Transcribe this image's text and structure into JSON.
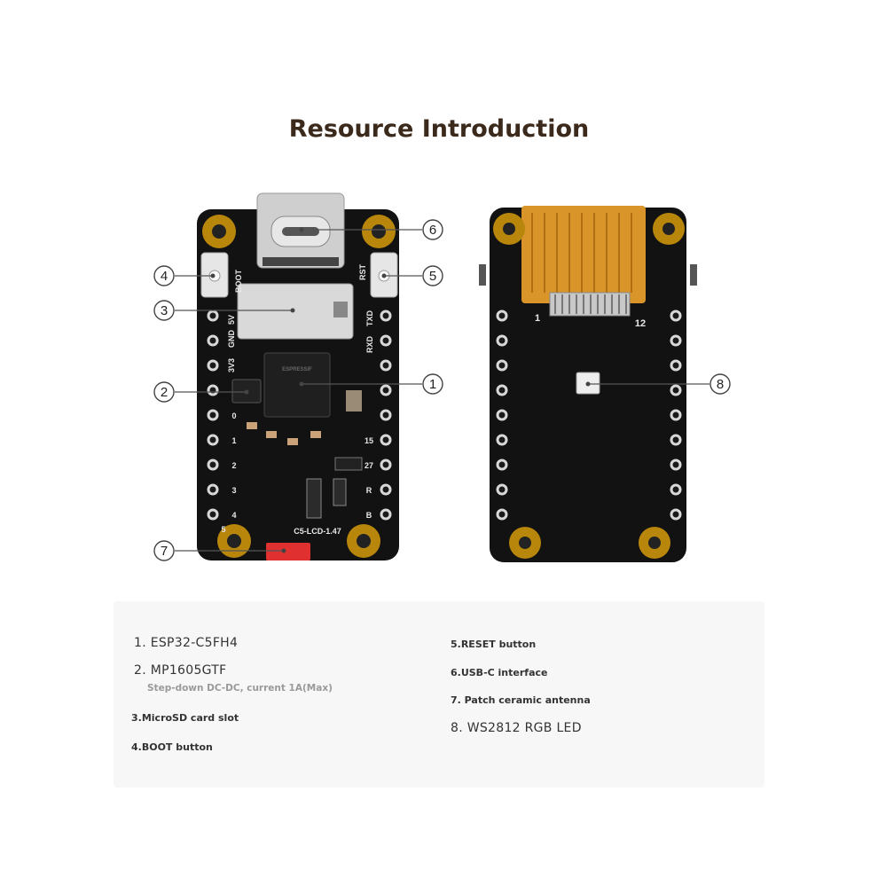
{
  "title": "Resource Introduction",
  "callouts": [
    "1",
    "2",
    "3",
    "4",
    "5",
    "6",
    "7",
    "8"
  ],
  "silkscreen": {
    "boot": "BOOT",
    "rst": "RST",
    "v5": "5V",
    "gnd": "GND",
    "v33": "3V3",
    "rxd": "RXD",
    "txd": "TXD",
    "model": "C5-LCD-1.47",
    "pins_left": [
      "0",
      "1",
      "2",
      "3",
      "4",
      "5"
    ],
    "pins_right": [
      "15",
      "27",
      "R",
      "B"
    ],
    "fpc_left": "1",
    "fpc_right": "12"
  },
  "features": [
    {
      "text": "1. ESP32-C5FH4",
      "style": "big"
    },
    {
      "text": "2. MP1605GTF",
      "style": "big"
    },
    {
      "text": "Step-down DC-DC, current 1A(Max)",
      "style": "sub"
    },
    {
      "text": "3.MicroSD card slot",
      "style": "small"
    },
    {
      "text": "4.BOOT button",
      "style": "small"
    },
    {
      "text": "5.RESET button",
      "style": "small"
    },
    {
      "text": "6.USB-C interface",
      "style": "small"
    },
    {
      "text": "7. Patch ceramic antenna",
      "style": "small"
    },
    {
      "text": "8. WS2812 RGB LED",
      "style": "big"
    }
  ]
}
